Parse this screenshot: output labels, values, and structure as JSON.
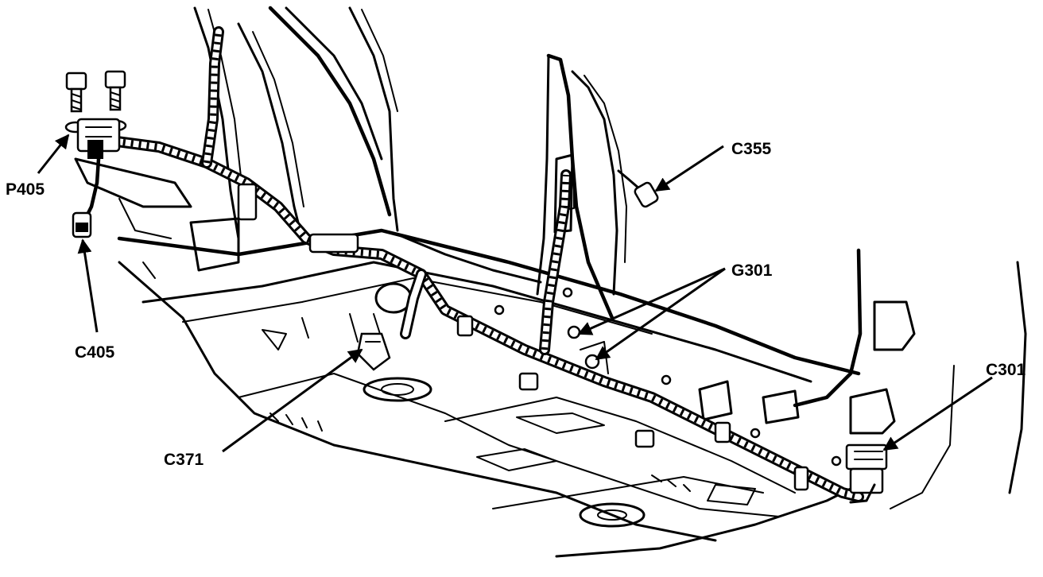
{
  "diagram": {
    "labels": {
      "p405": "P405",
      "c405": "C405",
      "c371": "C371",
      "c355": "C355",
      "g301": "G301",
      "c301": "C301"
    }
  }
}
